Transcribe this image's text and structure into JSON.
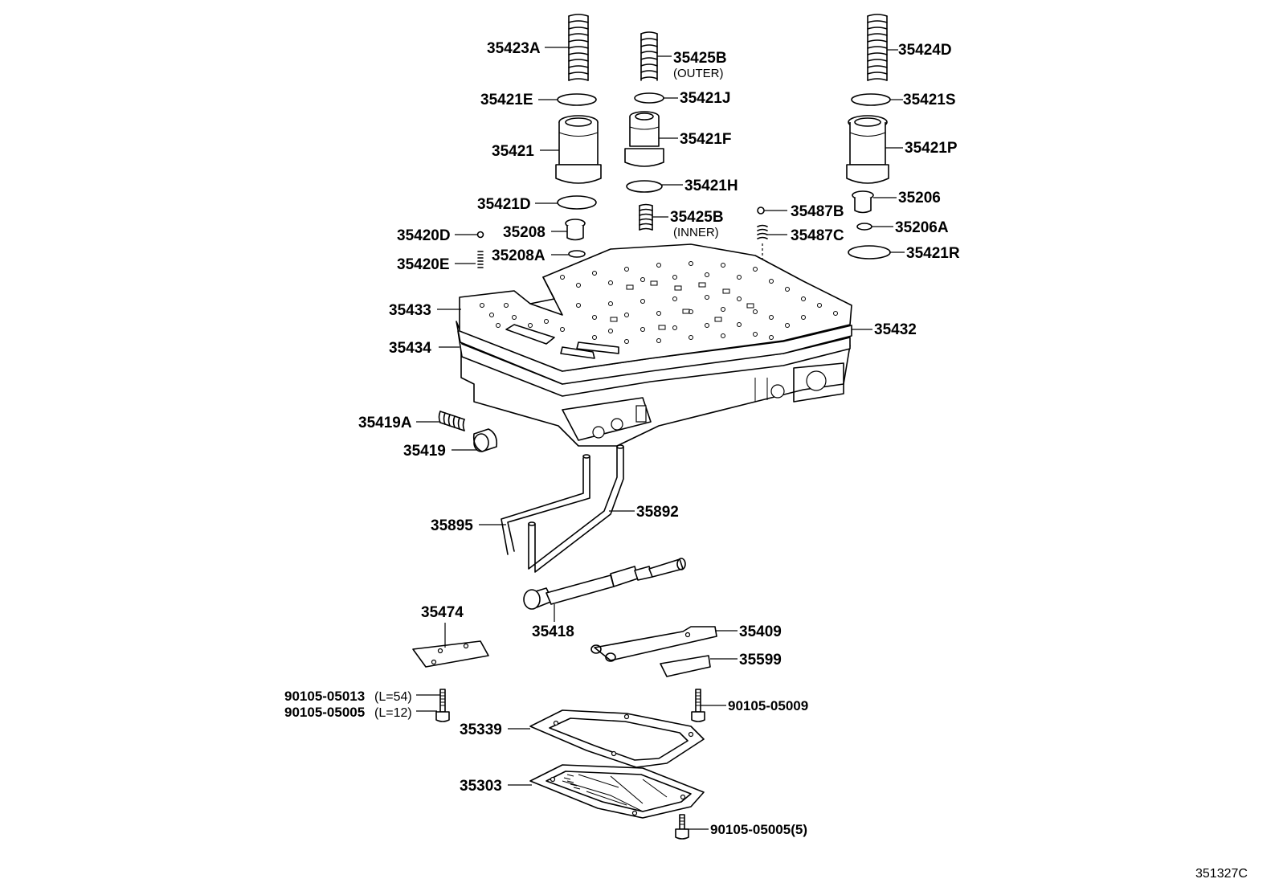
{
  "labels": {
    "p35423A": "35423A",
    "p35425B_outer": "35425B",
    "outer": "(OUTER)",
    "p35424D": "35424D",
    "p35421E": "35421E",
    "p35421J": "35421J",
    "p35421S": "35421S",
    "p35421": "35421",
    "p35421F": "35421F",
    "p35421P": "35421P",
    "p35421H": "35421H",
    "p35206": "35206",
    "p35421D": "35421D",
    "p35487B": "35487B",
    "p35425B_inner": "35425B",
    "inner": "(INNER)",
    "p35206A": "35206A",
    "p35208": "35208",
    "p35420D": "35420D",
    "p35487C": "35487C",
    "p35421R": "35421R",
    "p35420E": "35420E",
    "p35208A": "35208A",
    "p35433": "35433",
    "p35432": "35432",
    "p35434": "35434",
    "p35419A": "35419A",
    "p35419": "35419",
    "p35895": "35895",
    "p35892": "35892",
    "p35474": "35474",
    "p35418": "35418",
    "p35409": "35409",
    "p35599": "35599",
    "b90105_05013": "90105-05013",
    "b90105_05013_len": "(L=54)",
    "b90105_05005": "90105-05005",
    "b90105_05005_len": "(L=12)",
    "b90105_05009": "90105-05009",
    "p35339": "35339",
    "p35303": "35303",
    "b90105_05005_qty": "90105-05005(5)",
    "diagram_code": "351327C"
  }
}
